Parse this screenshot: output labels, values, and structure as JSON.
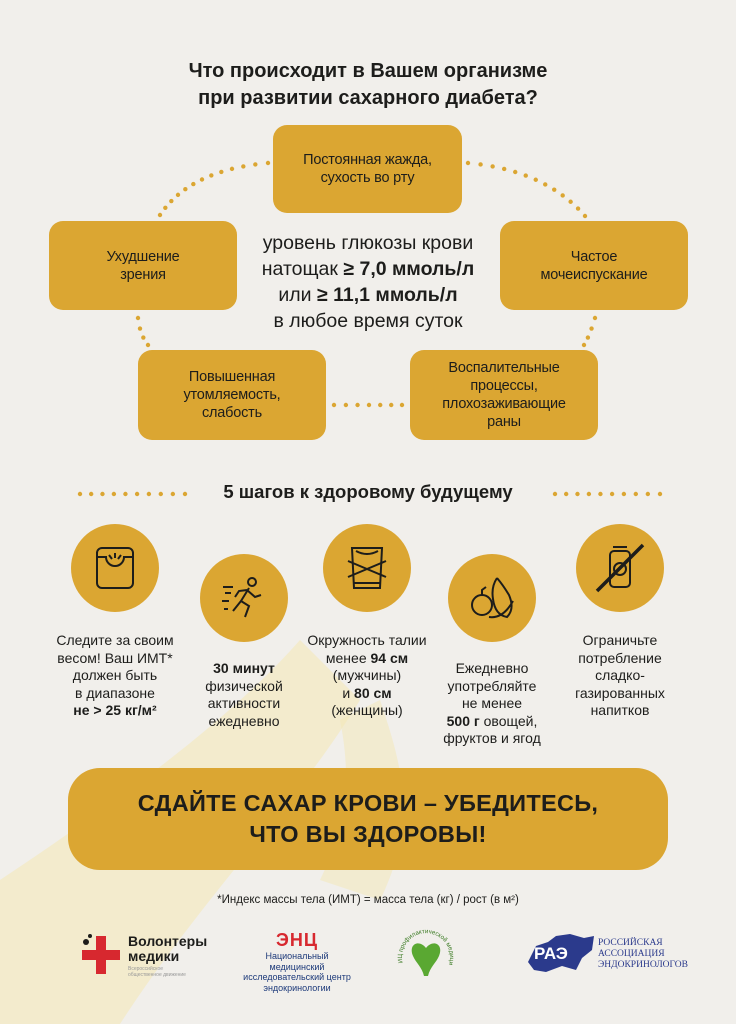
{
  "title": {
    "line1": "Что происходит в Вашем организме",
    "line2": "при развитии сахарного диабета?"
  },
  "symptoms": [
    {
      "lines": [
        "Постоянная жажда,",
        "сухость во рту"
      ]
    },
    {
      "lines": [
        "Ухудшение",
        "зрения"
      ]
    },
    {
      "lines": [
        "Частое",
        "мочеиспускание"
      ]
    },
    {
      "lines": [
        "Повышенная",
        "утомляемость,",
        "слабость"
      ]
    },
    {
      "lines": [
        "Воспалительные",
        "процессы,",
        "плохозаживающие",
        "раны"
      ]
    }
  ],
  "center": {
    "line1": "уровень глюкозы крови",
    "line2_pre": "натощак ",
    "line2_bold": "≥ 7,0 ммоль/л",
    "line3_pre": "или ",
    "line3_bold": "≥ 11,1 ммоль/л",
    "line4": "в любое время суток"
  },
  "steps_title": "5 шагов к здоровому будущему",
  "steps": [
    {
      "icon": "scale-icon",
      "text": [
        "Следите за своим",
        "весом! Ваш ИМТ*",
        "должен быть",
        "в диапазоне"
      ],
      "bold": "не > 25 кг/м²"
    },
    {
      "icon": "running-person-icon",
      "bold": "30 минут",
      "text": [
        "физической",
        "активности",
        "ежедневно"
      ]
    },
    {
      "icon": "waist-measure-icon",
      "l1": "Окружность талии",
      "l2_pre": "менее ",
      "l2_bold": "94 см",
      "l3": "(мужчины)",
      "l4_pre": "и ",
      "l4_bold": "80 см",
      "l5": "(женщины)"
    },
    {
      "icon": "fruits-icon",
      "text": [
        "Ежедневно",
        "употребляйте",
        "не менее"
      ],
      "bold": "500 г",
      "tail": " овощей,",
      "last": "фруктов и ягод"
    },
    {
      "icon": "no-soda-icon",
      "text": [
        "Ограничьте",
        "потребление",
        "сладко-",
        "газированных",
        "напитков"
      ]
    }
  ],
  "cta": {
    "line1": "СДАЙТЕ САХАР КРОВИ – УБЕДИТЕСЬ,",
    "line2": "ЧТО ВЫ ЗДОРОВЫ!"
  },
  "footnote": "*Индекс массы тела (ИМТ) = масса тела (кг) / рост (в м²)",
  "logos": {
    "volunteers": {
      "line1": "Волонтеры",
      "line2": "медики",
      "sub": "Всероссийское общественное движение"
    },
    "enc": {
      "abbr": "ЭНЦ",
      "line1": "Национальный медицинский",
      "line2": "исследовательский центр",
      "line3": "эндокринологии"
    },
    "nmic": {
      "text": "НМИЦ профилактической медицины"
    },
    "rae": {
      "abbr": "РАЭ",
      "line1": "РОССИЙСКАЯ",
      "line2": "АССОЦИАЦИЯ",
      "line3": "ЭНДОКРИНОЛОГОВ"
    }
  },
  "colors": {
    "accent": "#dba632",
    "background": "#f1efeb",
    "text": "#1d1d1b"
  }
}
